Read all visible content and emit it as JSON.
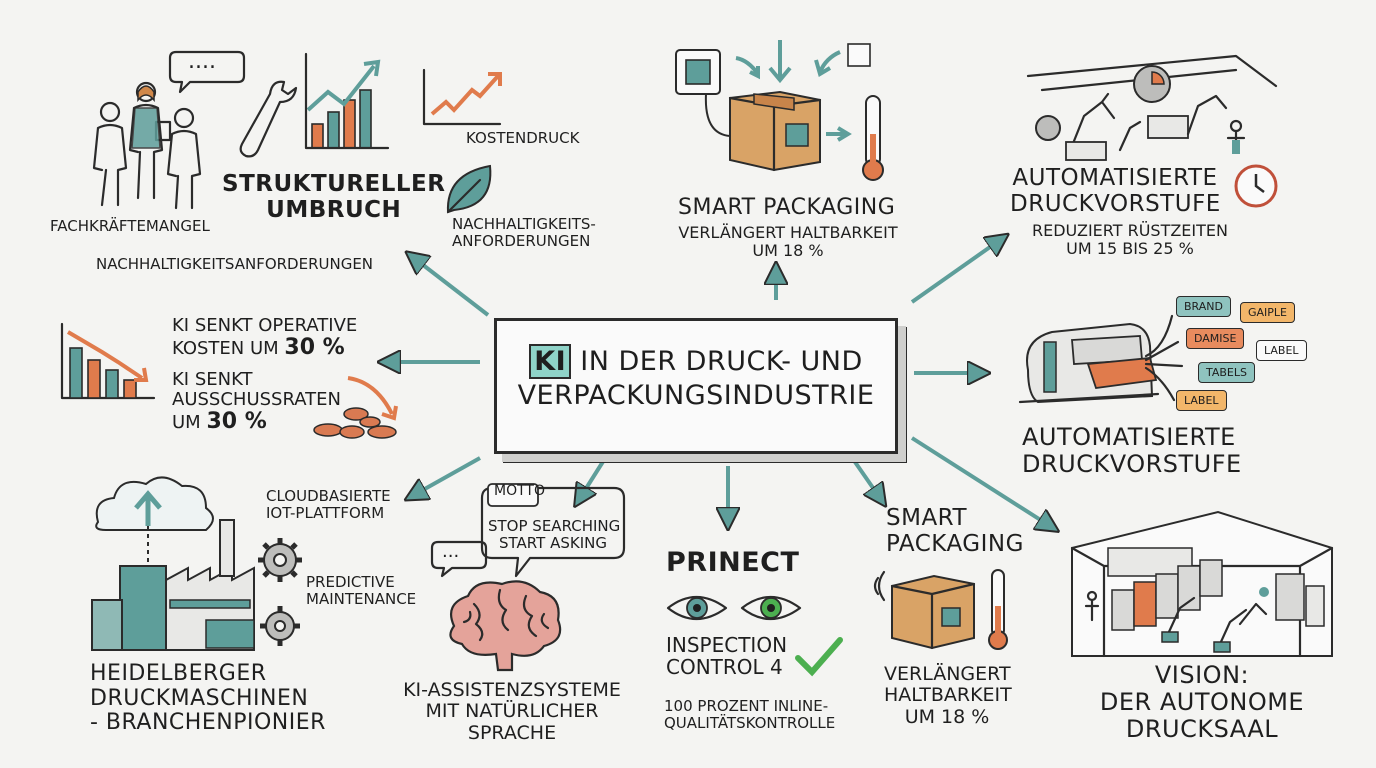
{
  "hub": {
    "highlight": "KI",
    "rest_line1": "in der Druck- und",
    "line2": "Verpackungsindustrie"
  },
  "top_left": {
    "fachkraefte": "Fachkräftemangel",
    "umbruch": "Struktureller\nUmbruch",
    "kostendruck": "Kostendruck",
    "nachhaltig_hyph": "Nachhaltigkeits-\nanforderungen",
    "nachhaltig": "Nachhaltigkeitsanforderungen",
    "speech": "...."
  },
  "left_mid": {
    "line1_a": "KI senkt operative",
    "line1_b": "Kosten um ",
    "line1_pct": "30 %",
    "line2_a": "KI senkt",
    "line2_b": "Ausschussraten",
    "line2_c": "um ",
    "line2_pct": "30 %"
  },
  "bottom_left": {
    "cloud": "Cloudbasierte\nIoT-Plattform",
    "predictive": "Predictive\nMaintenance",
    "heidelberger": "Heidelberger\nDruckmaschinen\n- Branchenpionier"
  },
  "bottom_ki": {
    "motto": "Motto",
    "motto_text": "Stop searching\nstart asking",
    "speech": "...",
    "assist": "KI-Assistenzsysteme\nmit natürlicher\nSprache"
  },
  "prinect": {
    "title": "Prinect",
    "inspection": "Inspection\nControl 4",
    "quality": "100 Prozent Inline-\nQualitätskontrolle"
  },
  "smart_top": {
    "title": "Smart Packaging",
    "sub": "Verlängert Haltbarkeit\num 18 %"
  },
  "smart_bottom": {
    "title": "Smart\nPackaging",
    "sub": "Verlängert\nHaltbarkeit\num 18 %"
  },
  "auto_top": {
    "title": "Automatisierte\nDruckvorstufe",
    "sub": "Reduziert Rüstzeiten\num 15 bis 25 %"
  },
  "auto_mid": {
    "title": "Automatisierte\nDruckvorstufe",
    "tags": [
      "Brand",
      "Gaiple",
      "Damise",
      "Label",
      "Tabels",
      "Label"
    ]
  },
  "vision": {
    "title": "Vision:\nder autonome\nDrucksaal"
  },
  "colors": {
    "teal": "#5e9e9a",
    "orange": "#e07b4c",
    "brown": "#c9894e",
    "hub_highlight": "#8fd3c8"
  }
}
